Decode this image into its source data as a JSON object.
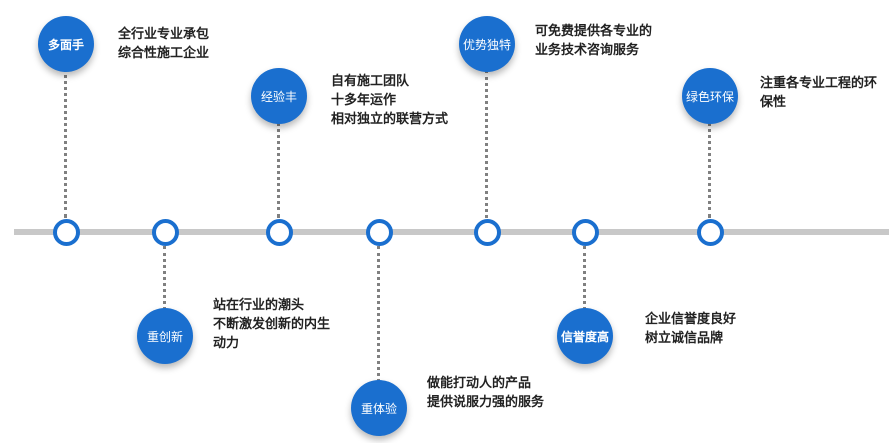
{
  "colors": {
    "accent": "#1a6fcf",
    "axis": "#c8c8c8",
    "connector": "#808080",
    "text": "#222222"
  },
  "milestones": [
    {
      "label": "多面手",
      "desc": [
        "全行业专业承包",
        "综合性施工企业"
      ]
    },
    {
      "label": "重创新",
      "desc": [
        "站在行业的潮头",
        "不断激发创新的内生",
        "动力"
      ]
    },
    {
      "label": "经验丰",
      "desc": [
        "自有施工团队",
        "十多年运作",
        "相对独立的联营方式"
      ]
    },
    {
      "label": "重体验",
      "desc": [
        "做能打动人的产品",
        "提供说服力强的服务"
      ]
    },
    {
      "label": "优势独特",
      "desc": [
        "可免费提供各专业的",
        "业务技术咨询服务"
      ]
    },
    {
      "label": "信誉度高",
      "desc": [
        "企业信誉度良好",
        "树立诚信品牌"
      ]
    },
    {
      "label": "绿色环保",
      "desc": [
        "注重各专业工程的环",
        "保性"
      ]
    }
  ]
}
